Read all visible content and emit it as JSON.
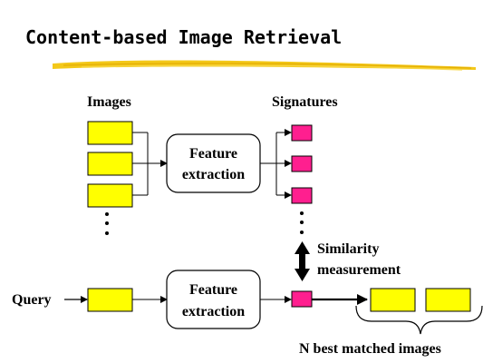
{
  "title": "Content-based Image Retrieval",
  "labels": {
    "images": "Images",
    "signatures": "Signatures",
    "query": "Query",
    "similarity_line1": "Similarity",
    "similarity_line2": "measurement",
    "results": "N best matched images"
  },
  "feature_extraction_top": {
    "line1": "Feature",
    "line2": "extraction"
  },
  "feature_extraction_bottom": {
    "line1": "Feature",
    "line2": "extraction"
  },
  "colors": {
    "image_fill": "#ffff00",
    "signature_fill": "#ff1f8f",
    "underline_brush": "#f2c200"
  }
}
